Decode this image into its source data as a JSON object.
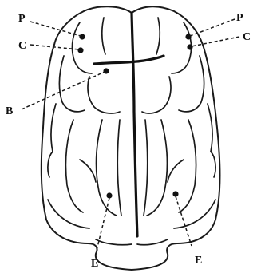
{
  "labels": {
    "p_left": "P",
    "c_left": "C",
    "b_left": "B",
    "p_right": "P",
    "c_right": "C",
    "e_left": "E",
    "e_right": "E"
  }
}
